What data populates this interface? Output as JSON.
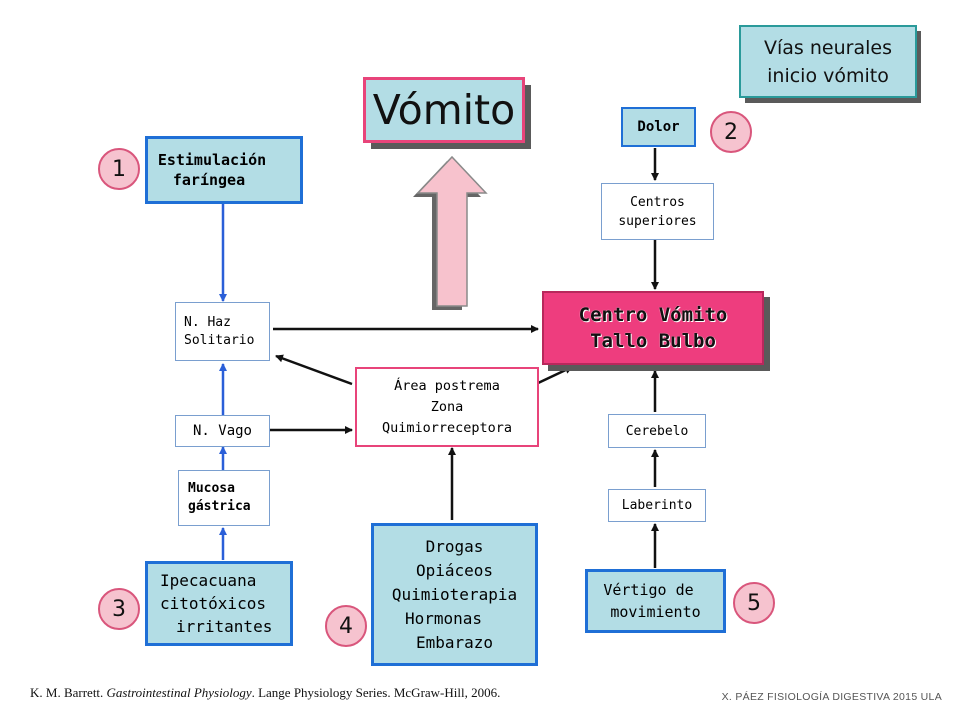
{
  "title": "Vómito",
  "legend": [
    "Vías neurales",
    "inicio vómito"
  ],
  "center": [
    "Centro Vómito",
    "Tallo Bulbo"
  ],
  "nodes": {
    "estimulacion": [
      "Estimulación",
      "faríngea"
    ],
    "nhaz": [
      "N. Haz",
      "Solitario"
    ],
    "nvago": "N. Vago",
    "mucosa": [
      "Mucosa",
      "gástrica"
    ],
    "ipecacuana": [
      "Ipecacuana",
      "citotóxicos",
      "irritantes"
    ],
    "area": [
      "Área postrema",
      "Zona",
      "Quimiorreceptora"
    ],
    "drogas": [
      "Drogas",
      "Opiáceos",
      "Quimioterapia",
      "Hormonas",
      "Embarazo"
    ],
    "dolor": "Dolor",
    "centros": [
      "Centros",
      "superiores"
    ],
    "cerebelo": "Cerebelo",
    "laberinto": "Laberinto",
    "vertigo": [
      "Vértigo de",
      "movimiento"
    ]
  },
  "badges": [
    "1",
    "2",
    "3",
    "4",
    "5"
  ],
  "footer": {
    "citation_author": "K. M. Barrett. ",
    "citation_book": "Gastrointestinal Physiology",
    "citation_rest": ". Lange Physiology Series. McGraw-Hill, 2006.",
    "credit": "X. PÁEZ  FISIOLOGÍA DIGESTIVA 2015 ULA"
  },
  "colors": {
    "box_fill": "#b3dde5",
    "box_border": "#1f6fd6",
    "pink_border": "#e8447a",
    "center_fill": "#ee3d7e",
    "badge_fill": "#f6c3cf",
    "arrow_blue": "#2a5fd8",
    "arrow_black": "#111111"
  }
}
